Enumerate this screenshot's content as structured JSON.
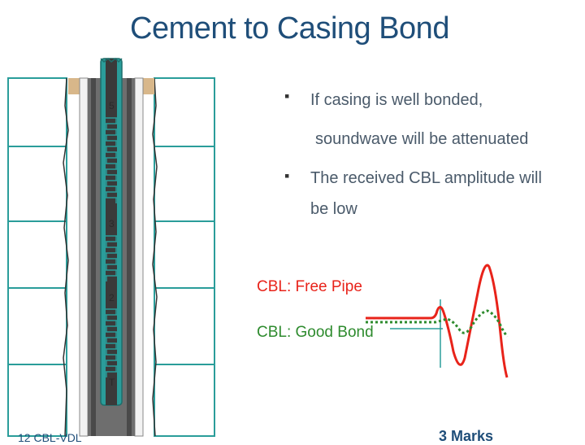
{
  "title": "Cement to Casing Bond",
  "bullets": [
    {
      "line1": "If casing is well bonded,",
      "line2": "soundwave will be attenuated"
    },
    {
      "line1": "The received CBL amplitude will",
      "line2": "be low"
    }
  ],
  "labels": {
    "free_pipe": "CBL: Free Pipe",
    "good_bond": "CBL: Good Bond"
  },
  "tool_receivers": [
    "5",
    "3",
    "2",
    "T"
  ],
  "footer": {
    "left": "12     CBL-VDL",
    "right": "3 Marks"
  },
  "colors": {
    "title": "#1f4e79",
    "tool": "#2a9d9a",
    "free_pipe": "#e8231a",
    "good_bond": "#2e8b2e",
    "formation_grid": "#2a9d9a"
  }
}
